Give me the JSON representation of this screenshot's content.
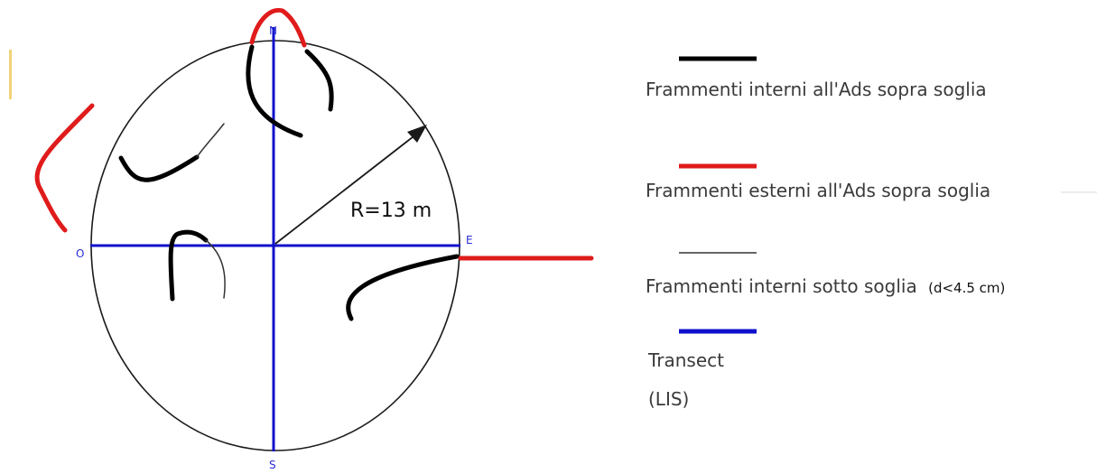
{
  "compass": {
    "north": "N",
    "south": "S",
    "east": "E",
    "west": "O"
  },
  "radius_label": "R=13 m",
  "legend": [
    {
      "label": "Frammenti interni all'Ads sopra soglia",
      "color": "#000000",
      "stroke": "thick"
    },
    {
      "label": "Frammenti esterni all'Ads sopra soglia",
      "color": "#e01b1b",
      "stroke": "thick"
    },
    {
      "label": "Frammenti interni sotto soglia",
      "note": "(d<4.5 cm)",
      "color": "#333333",
      "stroke": "thin"
    },
    {
      "label_lines": [
        "Transect",
        "(LIS)"
      ],
      "color": "#1010cc",
      "stroke": "thick"
    }
  ],
  "colors": {
    "transect": "#1010cc",
    "fragment_inside": "#000000",
    "fragment_outside": "#e01b1b",
    "fragment_thin": "#333333",
    "accent_bar": "#f2d27a"
  }
}
